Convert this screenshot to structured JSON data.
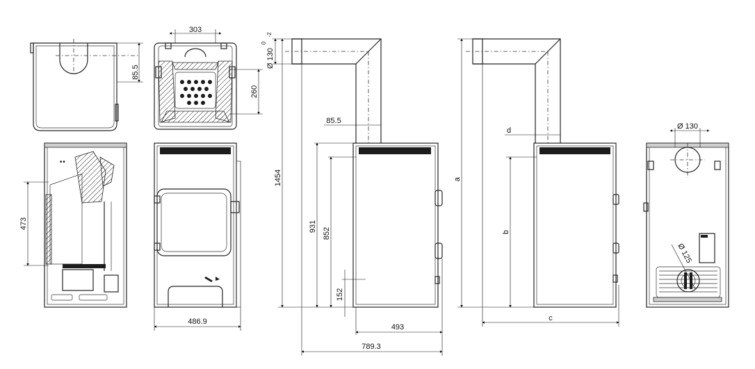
{
  "dimensions": {
    "top_width": "303",
    "top_offset": "85.5",
    "firebox_depth": "260",
    "flue_dia": "Ø 130",
    "flue_tol_upper": "0",
    "flue_tol_lower": "-2",
    "total_height": "1454",
    "outlet_offset": "85.5",
    "height_931": "931",
    "height_852": "852",
    "height_152": "152",
    "width_493": "493",
    "width_789": "789.3",
    "front_width": "486.9",
    "window_height": "473",
    "var_a": "a",
    "var_b": "b",
    "var_c": "c",
    "var_d": "d",
    "rear_flue_dia": "Ø 130",
    "air_inlet_dia": "Ø 125"
  }
}
